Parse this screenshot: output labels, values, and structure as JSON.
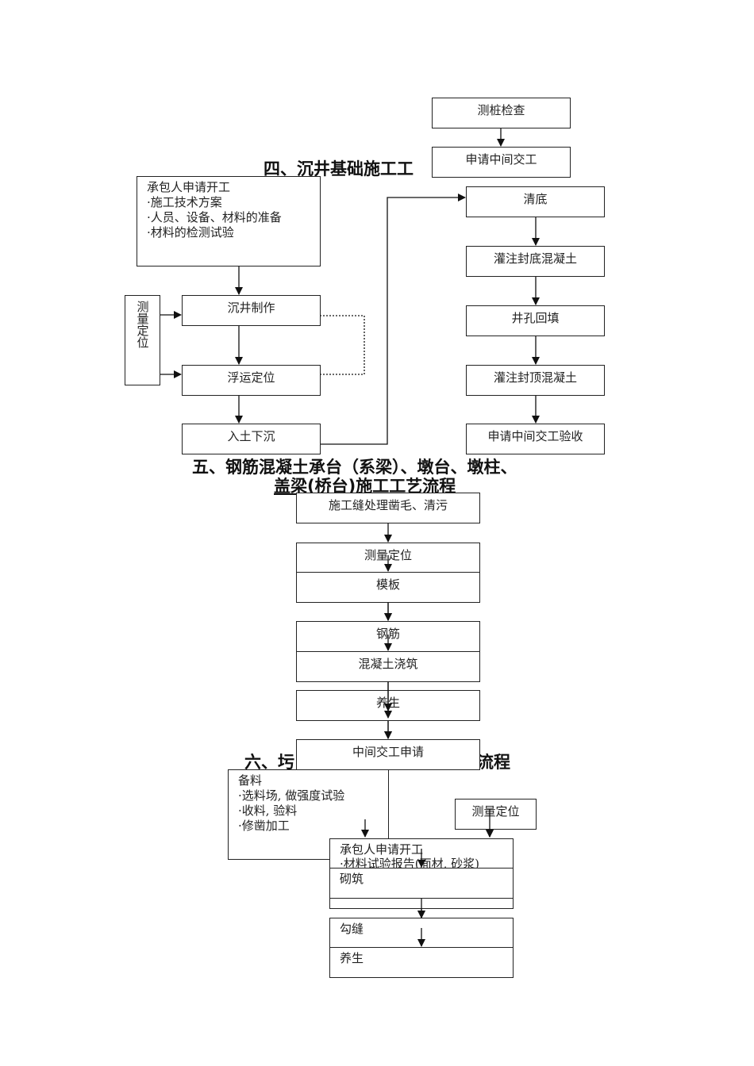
{
  "section4": {
    "title": "四、沉井基础施工工",
    "start_box": {
      "heading": "承包人申请开工",
      "items": [
        "·施工技术方案",
        "·人员、设备、材料的准备",
        "·材料的检测试验"
      ]
    },
    "survey_box": "测量定位",
    "steps_left": [
      "沉井制作",
      "浮运定位",
      "入土下沉"
    ],
    "steps_right": [
      "清底",
      "灌注封底混凝土",
      "井孔回填",
      "灌注封顶混凝土",
      "申请中间交工验收"
    ],
    "top_right": [
      "测桩检查",
      "申请中间交工"
    ]
  },
  "section5": {
    "title_line1": "五、钢筋混凝土承台（系梁）、墩台、墩柱、",
    "title_line2": "盖梁(桥台)施工工艺流程",
    "steps": [
      "施工缝处理凿毛、清污",
      "测量定位",
      "模板",
      "钢筋",
      "混凝土浇筑",
      "养生",
      "中间交工申请"
    ]
  },
  "section6": {
    "title_left": "六、圬",
    "title_right": "流程",
    "material_box": {
      "heading": "备料",
      "items": [
        "·选料场, 做强度试验",
        "·收料, 验料",
        "·修凿加工"
      ]
    },
    "survey_box": "测量定位",
    "start_box": {
      "heading": "承包人申请开工",
      "items": [
        "·材料试验报告(面材, 砂浆)"
      ]
    },
    "steps": [
      "砌筑",
      "勾缝",
      "养生"
    ]
  }
}
